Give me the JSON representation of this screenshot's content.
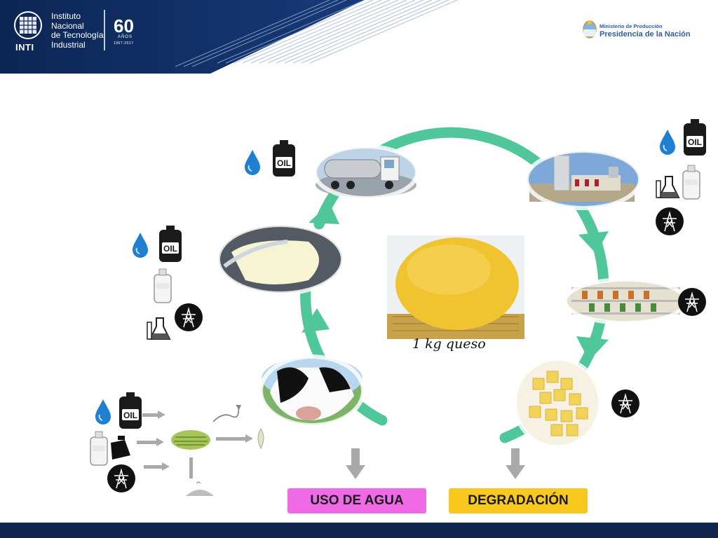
{
  "header": {
    "institute_lines": [
      "Instituto",
      "Nacional",
      "de Tecnología",
      "Industrial"
    ],
    "logo_word": "INTI",
    "anniversary_number": "60",
    "anniversary_word": "AÑOS",
    "anniversary_years": "1957-2017",
    "ministry_line1": "Ministerio de Producción",
    "ministry_line2": "Presidencia de la Nación"
  },
  "diagram": {
    "product_label": "1 kg queso",
    "impact_water_label": "USO DE AGUA",
    "impact_degradation_label": "DEGRADACIÓN",
    "oil_label": "OIL"
  },
  "colors": {
    "header_navy": "#0e2a5c",
    "cycle_green": "#4fc79a",
    "water_badge": "#f06ae8",
    "degradation_badge": "#f8c81e",
    "water_drop": "#1f7fd0"
  },
  "icons": [
    "water-drop-icon",
    "oil-can-icon",
    "flask-icon",
    "electric-tower-icon",
    "bottle-icon",
    "jerrycan-icon",
    "gray-arrow-icon"
  ]
}
